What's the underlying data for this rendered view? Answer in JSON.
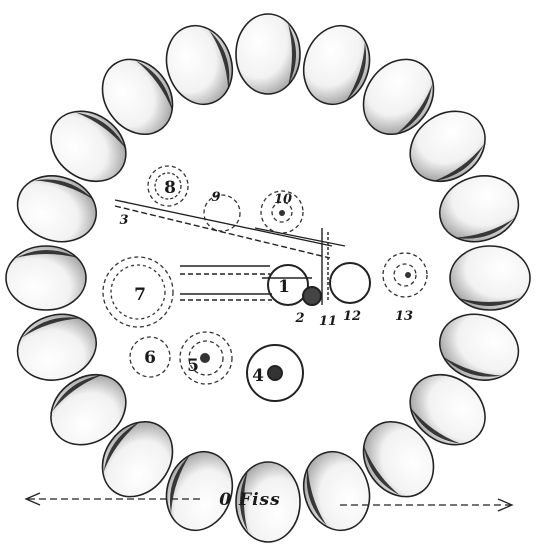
{
  "figure": {
    "axis_label": "0 Fiss",
    "labels": {
      "n1": "1",
      "n2": "2",
      "n3": "3",
      "n4": "4",
      "n5": "5",
      "n6": "6",
      "n7": "7",
      "n8": "8",
      "n9": "9",
      "n10": "10",
      "n11": "11",
      "n12": "12",
      "n13": "13"
    }
  },
  "colors": {
    "ink": "#1a1a1a",
    "paper": "#ffffff"
  }
}
